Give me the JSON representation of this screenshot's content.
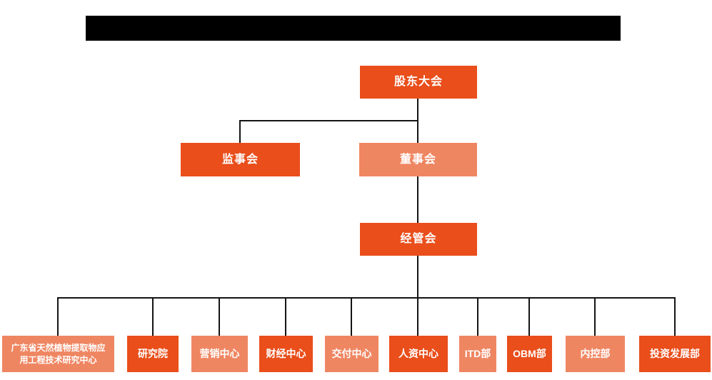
{
  "colors": {
    "primary": "#E94E1B",
    "secondary": "#EF8662",
    "line": "#141414",
    "background": "#FFFFFF",
    "redaction": "#000000"
  },
  "header": {
    "redacted": true,
    "visible_text": ""
  },
  "org_chart": {
    "type": "organization-chart",
    "level1": {
      "label": "股东大会",
      "variant": "primary"
    },
    "level2": [
      {
        "label": "监事会",
        "variant": "primary"
      },
      {
        "label": "董事会",
        "variant": "secondary"
      }
    ],
    "level3": {
      "label": "经管会",
      "variant": "primary"
    },
    "departments": [
      {
        "label": "广东省天然植物提取物应用工程技术研究中心",
        "variant": "secondary"
      },
      {
        "label": "研究院",
        "variant": "primary"
      },
      {
        "label": "营销中心",
        "variant": "secondary"
      },
      {
        "label": "财经中心",
        "variant": "primary"
      },
      {
        "label": "交付中心",
        "variant": "secondary"
      },
      {
        "label": "人资中心",
        "variant": "primary"
      },
      {
        "label": "ITD部",
        "variant": "secondary"
      },
      {
        "label": "OBM部",
        "variant": "primary"
      },
      {
        "label": "内控部",
        "variant": "secondary"
      },
      {
        "label": "投资发展部",
        "variant": "primary"
      }
    ]
  }
}
